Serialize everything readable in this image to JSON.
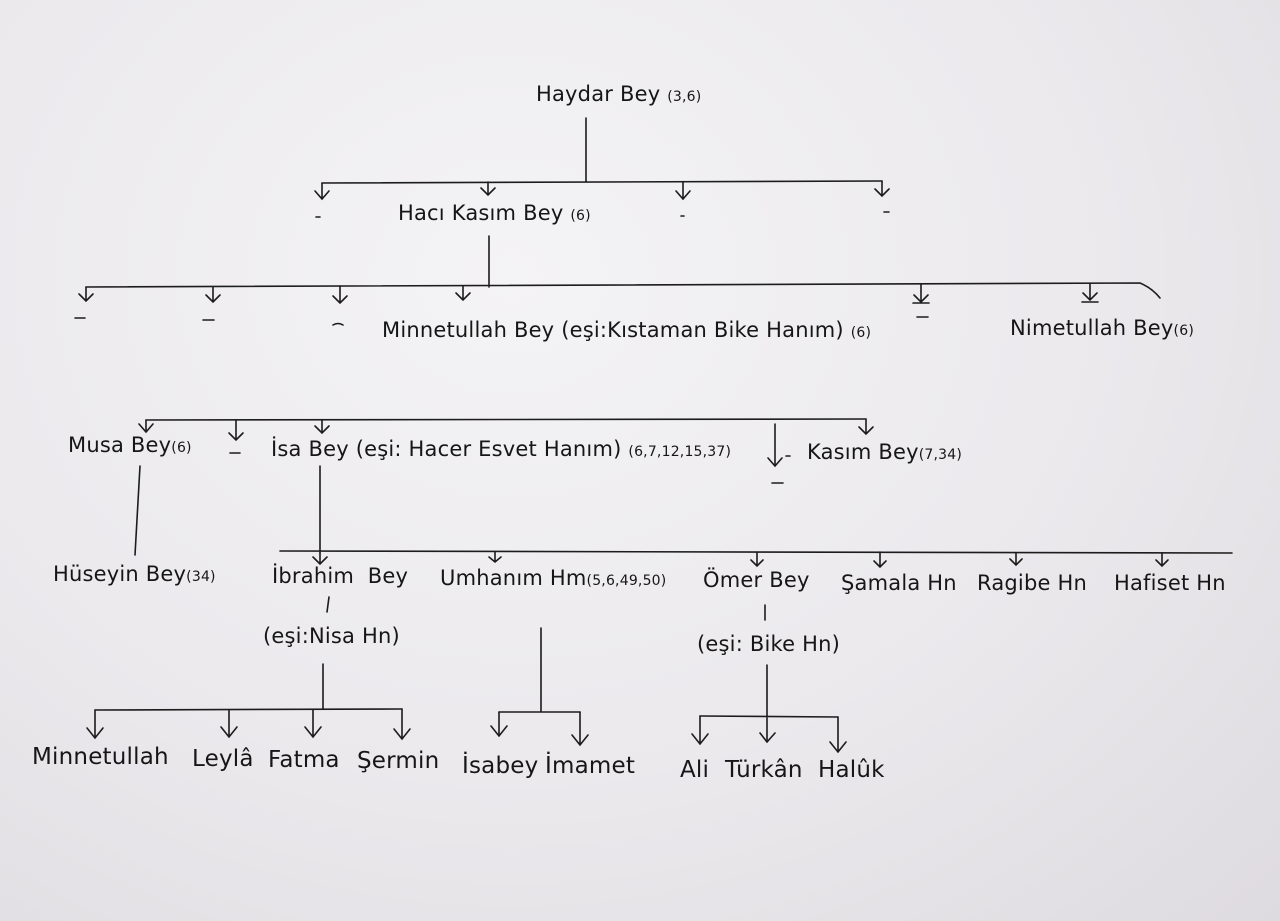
{
  "nodes": {
    "haydar": {
      "name": "Haydar Bey",
      "ref": "(3,6)"
    },
    "haci_kasim": {
      "name": "Hacı Kasım Bey",
      "ref": "(6)"
    },
    "minnetullah_bey": {
      "name": "Minnetullah Bey (eşi:Kıstaman Bike Hanım)",
      "ref": "(6)"
    },
    "nimetullah": {
      "name": "Nimetullah Bey",
      "ref": "(6)"
    },
    "musa": {
      "name": "Musa Bey",
      "ref": "(6)"
    },
    "isa": {
      "name": "İsa Bey (eşi: Hacer Esvet Hanım)",
      "ref": "(6,7,12,15,37)"
    },
    "kasim": {
      "name": "Kasım Bey",
      "ref": "(7,34)"
    },
    "huseyin": {
      "name": "Hüseyin Bey",
      "ref": "(34)"
    },
    "ibrahim": {
      "name": "İbrahim  Bey"
    },
    "ibrahim_spouse": {
      "name": "(eşi:Nisa Hn)"
    },
    "umhanim": {
      "name": "Umhanım Hm",
      "ref": "(5,6,49,50)"
    },
    "omer": {
      "name": "Ömer Bey"
    },
    "omer_spouse": {
      "name": "(eşi: Bike Hn)"
    },
    "samala": {
      "name": "Şamala Hn"
    },
    "ragibe": {
      "name": "Ragibe Hn"
    },
    "hafiset": {
      "name": "Hafiset Hn"
    },
    "minnetullah_c": {
      "name": "Minnetullah"
    },
    "leyla": {
      "name": "Leylâ"
    },
    "fatma": {
      "name": "Fatma"
    },
    "sermin": {
      "name": "Şermin"
    },
    "isabey": {
      "name": "İsabey"
    },
    "imamet": {
      "name": "İmamet"
    },
    "ali": {
      "name": "Ali"
    },
    "turkan": {
      "name": "Türkân"
    },
    "haluk": {
      "name": "Halûk"
    }
  },
  "colors": {
    "paper": "#ebe9ec",
    "ink": "#161616"
  }
}
